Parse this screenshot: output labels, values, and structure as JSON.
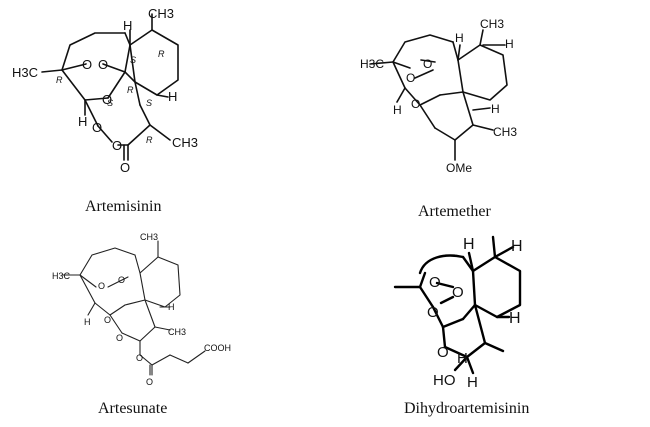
{
  "molecules": [
    {
      "name": "Artemisinin",
      "atoms": {
        "methyl_top": "CH3",
        "h3c_left": "H3C",
        "methyl_lactone": "CH3",
        "h_top": "H",
        "h_right": "H",
        "h_bottom_left": "H",
        "o1": "O",
        "o2": "O",
        "o3": "O",
        "o4": "O",
        "o5": "O",
        "carbonyl_o": "O"
      },
      "stereo": {
        "r_left": "R",
        "r_top_right": "R",
        "s_top": "S",
        "s_mid_left": "S",
        "r_mid": "R",
        "s_mid_right": "S",
        "r_bottom": "R"
      }
    },
    {
      "name": "Artemether",
      "atoms": {
        "h3c_left": "H3C",
        "ch3_top": "CH3",
        "h_top_left": "H",
        "h_top_right": "H",
        "o1": "O",
        "o2": "O",
        "o3": "O",
        "h_left": "H",
        "h_right": "H",
        "ch3_right": "CH3",
        "ome": "OMe"
      }
    },
    {
      "name": "Artesunate",
      "atoms": {
        "ch3_top": "CH3",
        "h3c_left": "H3C",
        "o1": "O",
        "o2": "O",
        "o3": "O",
        "o4": "O",
        "o5": "O",
        "o_carbonyl": "O",
        "h_a": "H",
        "h_b": "H",
        "ch3_right": "CH3",
        "cooh": "COOH"
      }
    },
    {
      "name": "Dihydroartemisinin",
      "atoms": {
        "h_top": "H",
        "h_top_right": "H",
        "o1": "O",
        "o2": "O",
        "o3": "O",
        "o4": "O",
        "h_right": "H",
        "ho": "HO",
        "h_bottom": "H",
        "h_bottom2": "H"
      }
    }
  ]
}
